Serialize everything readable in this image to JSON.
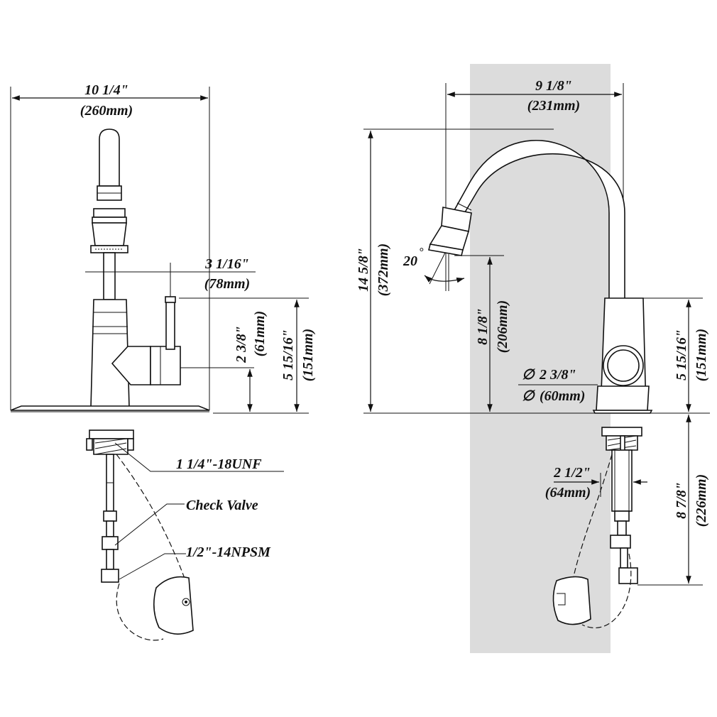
{
  "colors": {
    "background": "#ffffff",
    "ink": "#111111",
    "highlight_band": "#dcdcdc"
  },
  "front_view": {
    "width_dim": {
      "imperial": "10 1/4\"",
      "metric": "(260mm)"
    },
    "lever_dim": {
      "imperial": "3 1/16\"",
      "metric": "(78mm)"
    },
    "handle_height_dim": {
      "imperial": "2 3/8\"",
      "metric": "(61mm)"
    },
    "body_height_dim": {
      "imperial": "5 15/16\"",
      "metric": "(151mm)"
    },
    "thread_label": "1 1/4\"-18UNF",
    "check_valve_label": "Check Valve",
    "npsm_label": "1/2\"-14NPSM"
  },
  "side_view": {
    "reach_dim": {
      "imperial": "9 1/8\"",
      "metric": "(231mm)"
    },
    "total_height_dim": {
      "imperial": "14 5/8\"",
      "metric": "(372mm)"
    },
    "spray_angle": "20",
    "degree_symbol": "°",
    "spout_height_dim": {
      "imperial": "8 1/8\"",
      "metric": "(206mm)"
    },
    "base_diameter_dim": {
      "imperial": "2 3/8\"",
      "metric": "(60mm)",
      "symbol": "∅"
    },
    "body_height_dim": {
      "imperial": "5 15/16\"",
      "metric": "(151mm)"
    },
    "shank_dim": {
      "imperial": "2 1/2\"",
      "metric": "(64mm)"
    },
    "below_deck_dim": {
      "imperial": "8 7/8\"",
      "metric": "(226mm)"
    }
  }
}
